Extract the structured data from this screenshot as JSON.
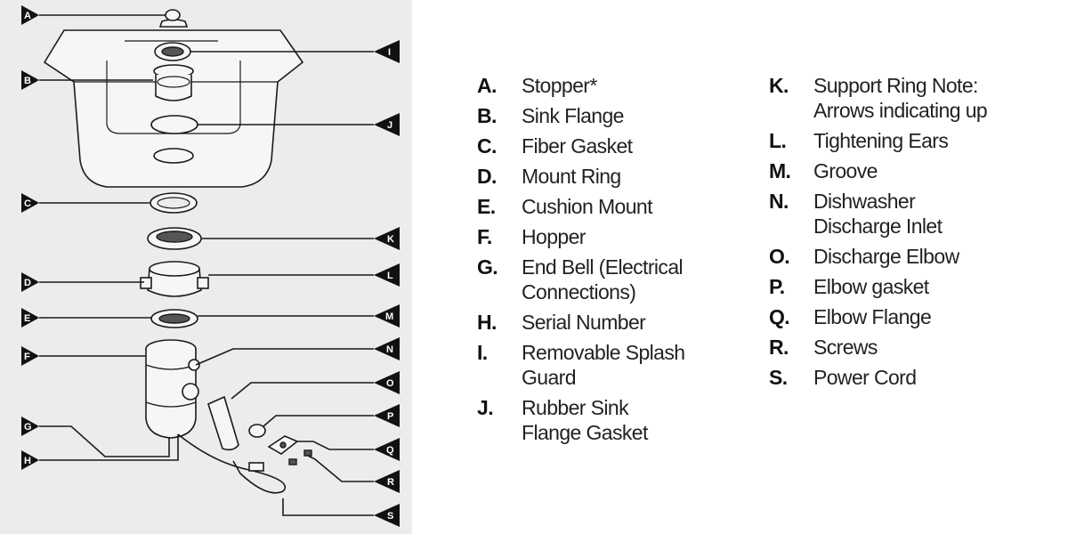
{
  "markers": {
    "A": "A",
    "B": "B",
    "C": "C",
    "D": "D",
    "E": "E",
    "F": "F",
    "G": "G",
    "H": "H",
    "I": "I",
    "J": "J",
    "K": "K",
    "L": "L",
    "M": "M",
    "N": "N",
    "O": "O",
    "P": "P",
    "Q": "Q",
    "R": "R",
    "S": "S"
  },
  "legend": {
    "left": [
      {
        "letter": "A.",
        "text": "Stopper*"
      },
      {
        "letter": "B.",
        "text": "Sink Flange"
      },
      {
        "letter": "C.",
        "text": "Fiber Gasket"
      },
      {
        "letter": "D.",
        "text": "Mount Ring"
      },
      {
        "letter": "E.",
        "text": "Cushion Mount"
      },
      {
        "letter": "F.",
        "text": "Hopper"
      },
      {
        "letter": "G.",
        "text": "End Bell (Electrical Connections)"
      },
      {
        "letter": "H.",
        "text": "Serial Number"
      },
      {
        "letter": "I.",
        "text": "Removable Splash Guard"
      },
      {
        "letter": "J.",
        "text": "Rubber Sink Flange Gasket"
      }
    ],
    "right": [
      {
        "letter": "K.",
        "text": "Support Ring Note: Arrows indicating up"
      },
      {
        "letter": "L.",
        "text": "Tightening Ears"
      },
      {
        "letter": "M.",
        "text": "Groove"
      },
      {
        "letter": "N.",
        "text": "Dishwasher Discharge Inlet"
      },
      {
        "letter": "O.",
        "text": "Discharge Elbow"
      },
      {
        "letter": "P.",
        "text": "Elbow gasket"
      },
      {
        "letter": "Q.",
        "text": "Elbow Flange"
      },
      {
        "letter": "R.",
        "text": "Screws"
      },
      {
        "letter": "S.",
        "text": "Power Cord"
      }
    ]
  }
}
